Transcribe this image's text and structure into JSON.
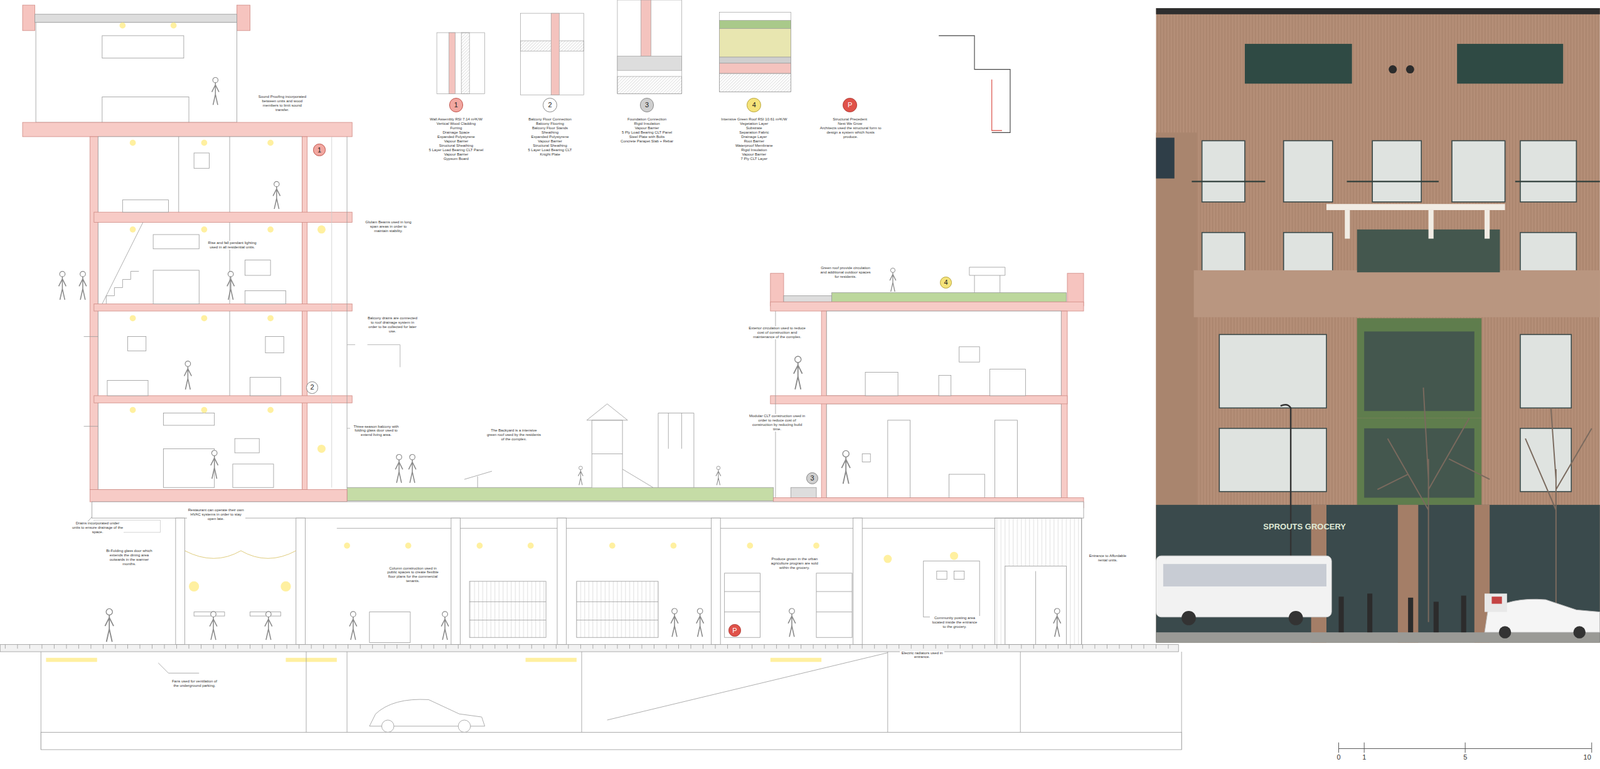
{
  "diagram": {
    "nodes": [
      {
        "text": [
          "1"
        ]
      },
      {
        "text": [
          "2"
        ]
      },
      {
        "text": [
          "3"
        ]
      },
      {
        "text": [
          "4"
        ]
      },
      {
        "text": [
          "P"
        ]
      },
      {
        "text": [
          "1"
        ]
      },
      {
        "text": [
          "4"
        ]
      },
      {
        "text": [
          "2"
        ]
      },
      {
        "text": [
          "3"
        ]
      },
      {
        "text": [
          "P"
        ]
      }
    ],
    "labels": [
      "Wall Assembly RSI 7.14 m²K/W",
      "Vertical Wood Cladding",
      "Furring",
      "Drainage Space",
      "Expanded Polystyrene",
      "Vapour Barrier",
      "Structural Sheathing",
      "5 Layer Load Bearing CLT Panel",
      "Vapour Barrier",
      "Gypsum Board",
      "Balcony Floor Connection",
      "Balcony Flooring",
      "Balcony Floor Stands",
      "Sheathing",
      "Expanded Polystyrene",
      "Vapour Barrier",
      "Structural Sheathing",
      "5 Layer Load Bearing CLT",
      "Knight Plate",
      "Foundation Connection",
      "Rigid Insulation",
      "Vapour Barrier",
      "5 Ply Load Bearing CLT Panel",
      "Steel Plate with Bolts",
      "Concrete Parapet Slab + Rebar",
      "Intensive Green Roof RSI 10.61 m²K/W",
      "Vegetation Layer",
      "Substrate",
      "Separation Fabric",
      "Drainage Layer",
      "Root Barrier",
      "Waterproof Membrane",
      "Rigid Insulation",
      "Vapour Barrier",
      "7 Ply CLT Layer",
      "Structural Precedent",
      "Nest We Grow",
      "Architects used the structural form to design a system which hosts produce.",
      "Sound Proofing incorporated between units and wood members to limit sound transfer.",
      "Glulam Beams used in long span areas in order to maintain stability.",
      "Rise and fall pendant lighting used in all residential units.",
      "Balcony drains are connected to roof drainage system in order to be collected for later use.",
      "Three-season balcony with folding glass door used to extend living area.",
      "The Backyard is a intensive green roof used by the residents of the complex.",
      "Green roof provide circulation and additional outdoor spaces for residents.",
      "Exterior circulation used to reduce cost of construction and maintenance of the complex.",
      "Modular CLT construction used in order to reduce cost of construction by reducing build time.",
      "Drains incorporated under units to ensure drainage of the space.",
      "Restaurant can operate their own HVAC systems in order to stay open late.",
      "Bi-Folding glass door which extends the dining area outwards in the warmer months.",
      "Column construction used in public spaces to create flexible floor plans for the commercial tenants.",
      "Produce grown in the urban agriculture program are sold within the grocery.",
      "Community posting area located inside the entrance to the grocery.",
      "Entrance to Affordable rental units.",
      "Fans used for ventilation of the underground parking.",
      "Electric radiators used in entrance.",
      "SPROUTS GROCERY",
      "0",
      "1",
      "5",
      "10"
    ]
  }
}
